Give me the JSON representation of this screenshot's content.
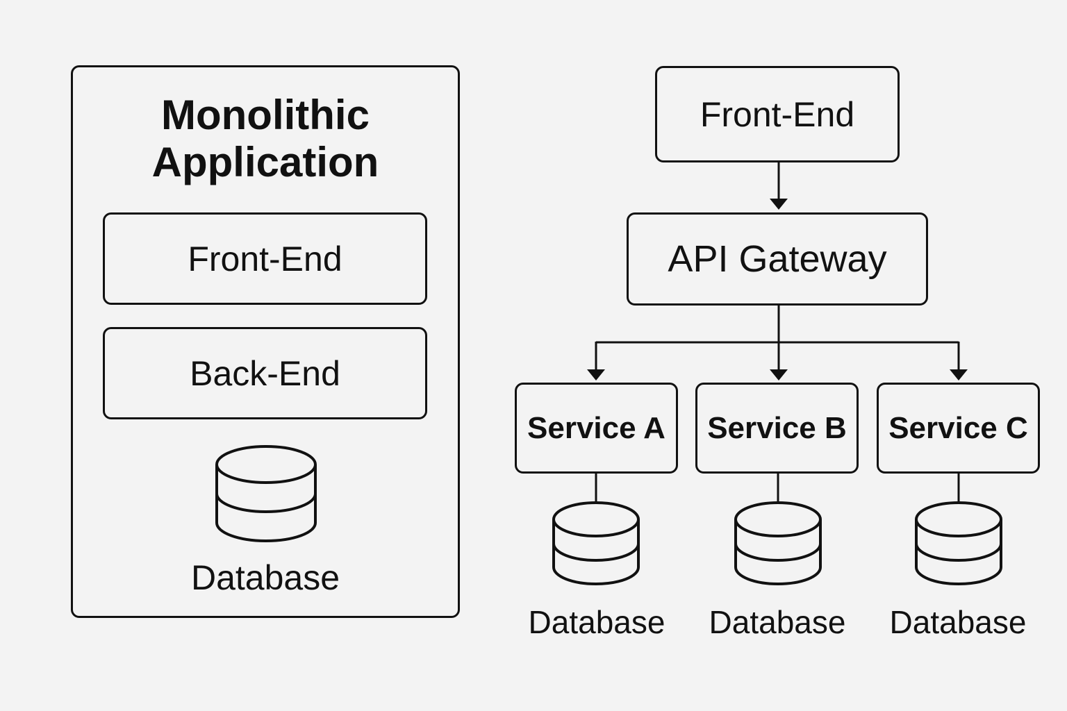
{
  "monolithic": {
    "title_line1": "Monolithic",
    "title_line2": "Application",
    "front_end": "Front-End",
    "back_end": "Back-End",
    "database": "Database"
  },
  "microservices": {
    "front_end": "Front-End",
    "api_gateway": "API Gateway",
    "services": [
      {
        "name": "Service A",
        "database": "Database"
      },
      {
        "name": "Service B",
        "database": "Database"
      },
      {
        "name": "Service C",
        "database": "Database"
      }
    ]
  },
  "colors": {
    "background": "#f3f3f3",
    "stroke": "#111111"
  }
}
